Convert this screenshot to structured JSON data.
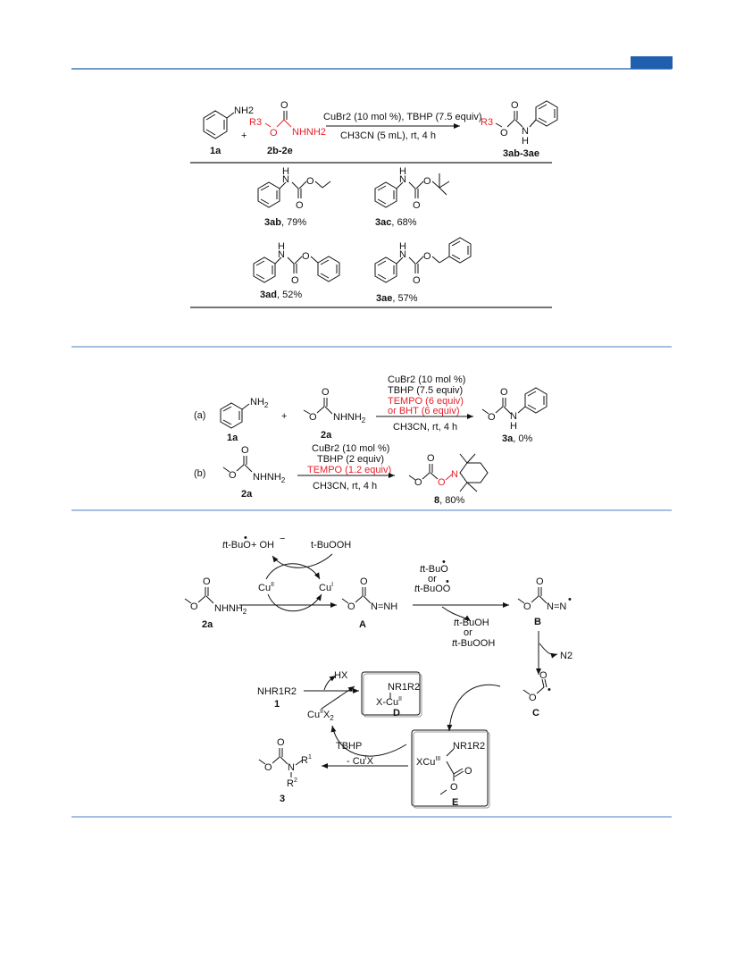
{
  "scheme1": {
    "reactant_amine_label": "1a",
    "reactant_amine_group": "NH2",
    "plus": "+",
    "hydrazide_r": "R3",
    "hydrazide_o": "O",
    "hydrazide_carbonyl_o": "O",
    "hydrazide_nhnh2": "NHNH2",
    "hydrazide_label": "2b-2e",
    "conditions_top": "CuBr2 (10 mol %), TBHP (7.5 equiv)",
    "conditions_bottom": "CH3CN (5 mL), rt, 4 h",
    "product_label": "3ab-3ae",
    "product_r": "R3",
    "product_n": "N",
    "product_h": "H",
    "products": [
      {
        "id": "3ab",
        "yield": ", 79%"
      },
      {
        "id": "3ac",
        "yield": ", 68%"
      },
      {
        "id": "3ad",
        "yield": ", 52%"
      },
      {
        "id": "3ae",
        "yield": ", 57%"
      }
    ]
  },
  "scheme2": {
    "a_tag": "(a)",
    "a_amine_label": "1a",
    "a_hydrazide_label": "2a",
    "a_cond_1": "CuBr2 (10 mol %)",
    "a_cond_2": "TBHP (7.5 equiv)",
    "a_cond_3": "TEMPO (6 equiv)",
    "a_cond_4": "or BHT  (6 equiv)",
    "a_cond_5": "CH3CN, rt, 4 h",
    "a_product_id": "3a",
    "a_product_yield": ", 0%",
    "b_tag": "(b)",
    "b_hydrazide_label": "2a",
    "b_cond_1": "CuBr2 (10 mol %)",
    "b_cond_2": "TBHP (2 equiv)",
    "b_cond_3": "TEMPO (1.2 equiv)",
    "b_cond_4": "CH3CN, rt, 4 h",
    "b_product_id": "8",
    "b_product_yield": ", 80%"
  },
  "scheme3": {
    "tbuo_radical": "t-BuO",
    "oh_minus": "+ OH",
    "tbuooh_top": "t-BuOOH",
    "cu2": "Cu",
    "cu1": "Cu",
    "start_label": "2a",
    "int_a_group": "N=NH",
    "int_a_label": "A",
    "oxidant_1": "t-BuO",
    "oxidant_or": "or",
    "oxidant_2": "t-BuOO",
    "byproduct_1": "t-BuOH",
    "byproduct_or": "or",
    "byproduct_2": "t-BuOOH",
    "int_b_group": "N=N",
    "int_b_label": "B",
    "n2": "N2",
    "amine": "NHR1R2",
    "amine_label": "1",
    "hx": "HX",
    "int_d_group": "NR1R2",
    "int_d_cu": "X-Cu",
    "int_d_label": "D",
    "int_c_label": "C",
    "cu2x2": "CuX2",
    "tbhp": "TBHP",
    "cuix": "- CuX",
    "int_e_cu": "XCu",
    "int_e_group": "NR1R2",
    "int_e_label": "E",
    "product_label": "3"
  }
}
